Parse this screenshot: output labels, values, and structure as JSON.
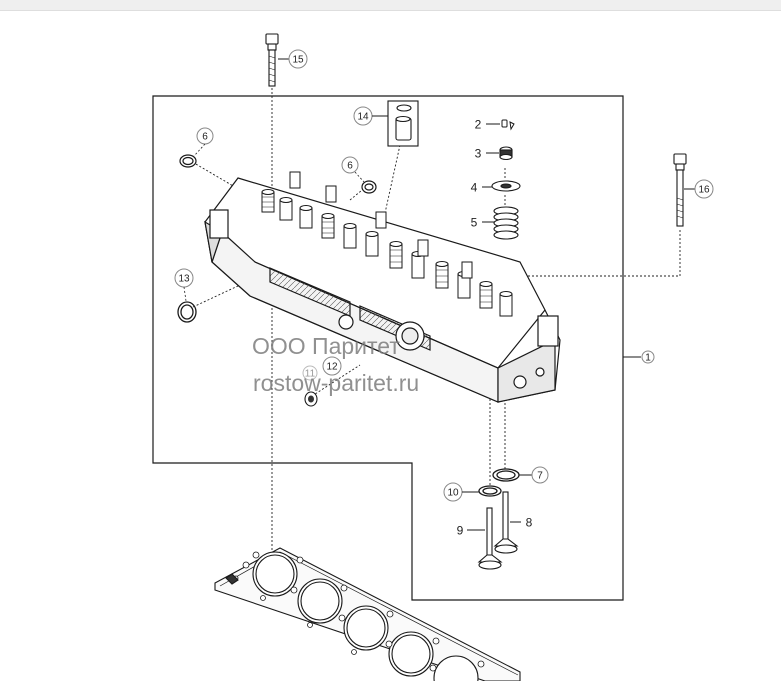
{
  "watermark": {
    "company": "ООО Паритет",
    "site": "rostow-paritet.ru"
  },
  "callouts": {
    "c1": "1",
    "c2": "2",
    "c3": "3",
    "c4": "4",
    "c5": "5",
    "c6a": "6",
    "c6b": "6",
    "c7": "7",
    "c8": "8",
    "c9": "9",
    "c10": "10",
    "c11": "11",
    "c12": "12",
    "c13": "13",
    "c14": "14",
    "c15": "15",
    "c16": "16"
  },
  "colors": {
    "line": "#1a1a1a",
    "callout_faded": "#9a9a9a",
    "watermark": "#7d7d7d"
  }
}
